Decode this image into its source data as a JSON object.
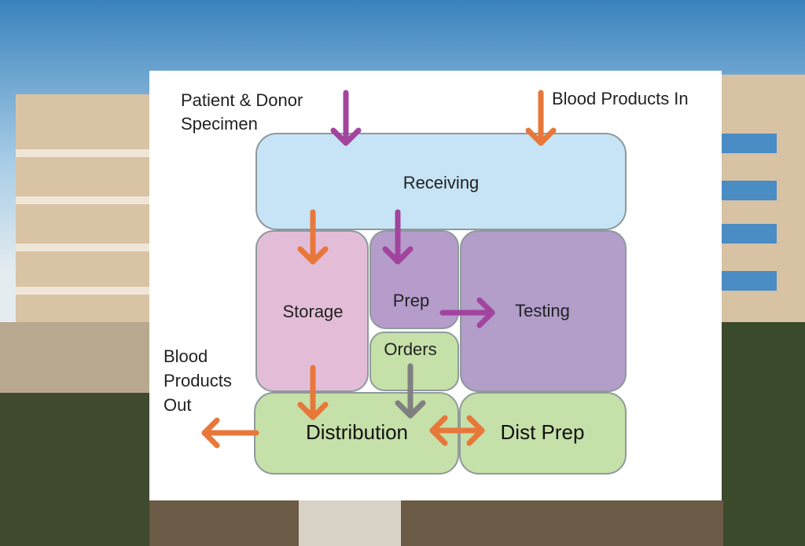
{
  "diagram": {
    "inputs": {
      "specimen_line1": "Patient & Donor",
      "specimen_line2": "Specimen",
      "blood_in": "Blood Products In"
    },
    "outputs": {
      "line1": "Blood",
      "line2": "Products",
      "line3": "Out"
    },
    "boxes": {
      "receiving": "Receiving",
      "storage": "Storage",
      "prep": "Prep",
      "testing": "Testing",
      "orders": "Orders",
      "distribution": "Distribution",
      "dist_prep": "Dist Prep"
    },
    "colors": {
      "receiving": "#c6e4f5",
      "storage": "#e3bdd8",
      "prep": "#b59ccb",
      "testing": "#b39dc9",
      "green": "#c5e0a8",
      "orange_arrow": "#e8773a",
      "purple_arrow": "#a2449d",
      "gray_arrow": "#808080"
    }
  }
}
